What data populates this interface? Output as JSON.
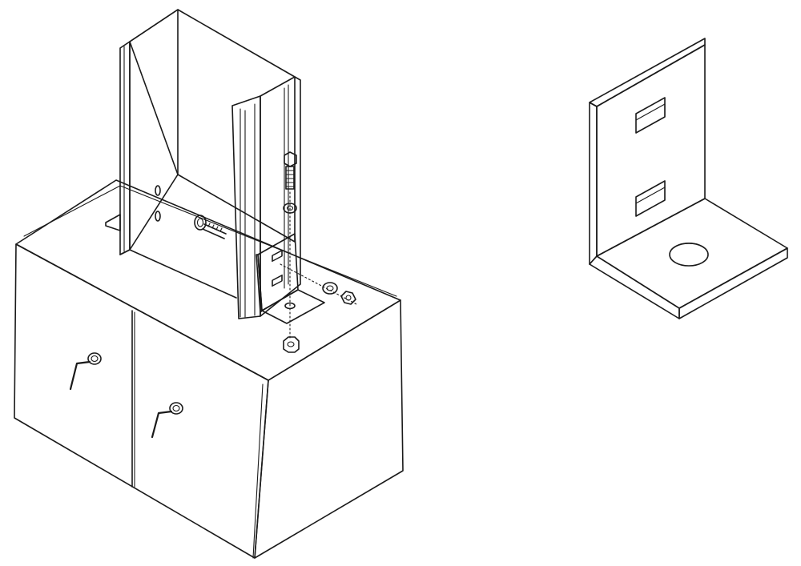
{
  "figure": {
    "kind": "isometric-line-drawing",
    "colors": {
      "line": "#1a1a1a",
      "background": "#ffffff",
      "bracket_fill": "#e6e6e6",
      "bracket_side": "#cfcfcf",
      "part_fill": "#e0e0e0"
    },
    "views": [
      {
        "name": "assembly-view",
        "parts": [
          "pier-block",
          "steel-column",
          "angle-bracket",
          "anchor-bolt",
          "washer",
          "hex-nut",
          "bolt",
          "anchor-hooks"
        ]
      },
      {
        "name": "angle-bracket-detail",
        "parts": [
          "vertical-flange",
          "horizontal-flange",
          "two-slots",
          "round-hole"
        ]
      }
    ]
  }
}
